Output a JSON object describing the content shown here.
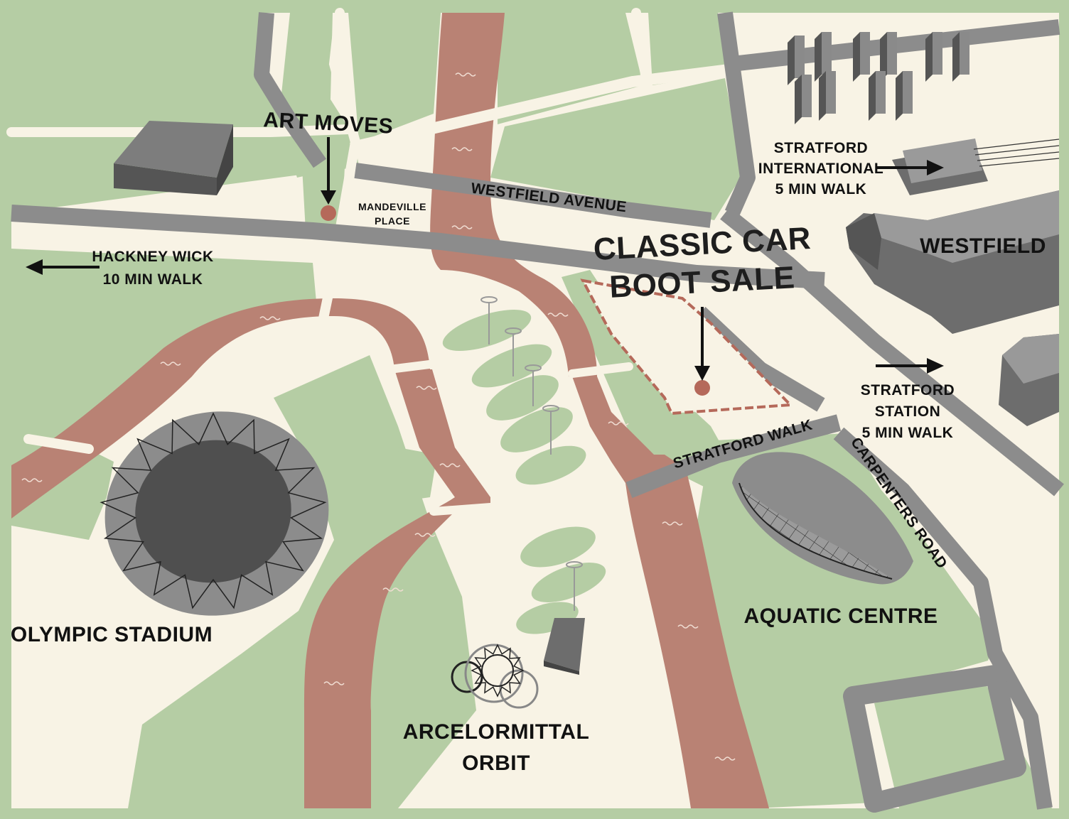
{
  "colors": {
    "border": "#b5cda4",
    "land": "#f8f3e5",
    "park": "#b5cda4",
    "river": "#b98274",
    "road": "#8c8c8c",
    "building": "#7a7a7a",
    "building_dark": "#555555",
    "marker": "#b5695a",
    "text": "#111111"
  },
  "labels": {
    "art_moves": "ART MOVES",
    "mandeville_1": "MANDEVILLE",
    "mandeville_2": "PLACE",
    "westfield_avenue": "WESTFIELD AVENUE",
    "classic_car_1": "CLASSIC CAR",
    "classic_car_2": "BOOT SALE",
    "hackney_1": "HACKNEY WICK",
    "hackney_2": "10 MIN WALK",
    "stratford_intl_1": "STRATFORD",
    "stratford_intl_2": "INTERNATIONAL",
    "stratford_intl_3": "5 MIN WALK",
    "westfield": "WESTFIELD",
    "stratford_station_1": "STRATFORD",
    "stratford_station_2": "STATION",
    "stratford_station_3": "5 MIN WALK",
    "stratford_walk": "STRATFORD WALK",
    "carpenters_road": "CARPENTERS ROAD",
    "aquatic_centre": "AQUATIC CENTRE",
    "olympic_stadium": "OLYMPIC STADIUM",
    "orbit_1": "ARCELORMITTAL",
    "orbit_2": "ORBIT"
  },
  "icons": [
    "arrow-left-icon",
    "arrow-right-icon",
    "arrow-down-icon",
    "location-marker-icon",
    "stadium-icon",
    "aquatic-centre-icon",
    "orbit-icon",
    "railway-icon"
  ]
}
